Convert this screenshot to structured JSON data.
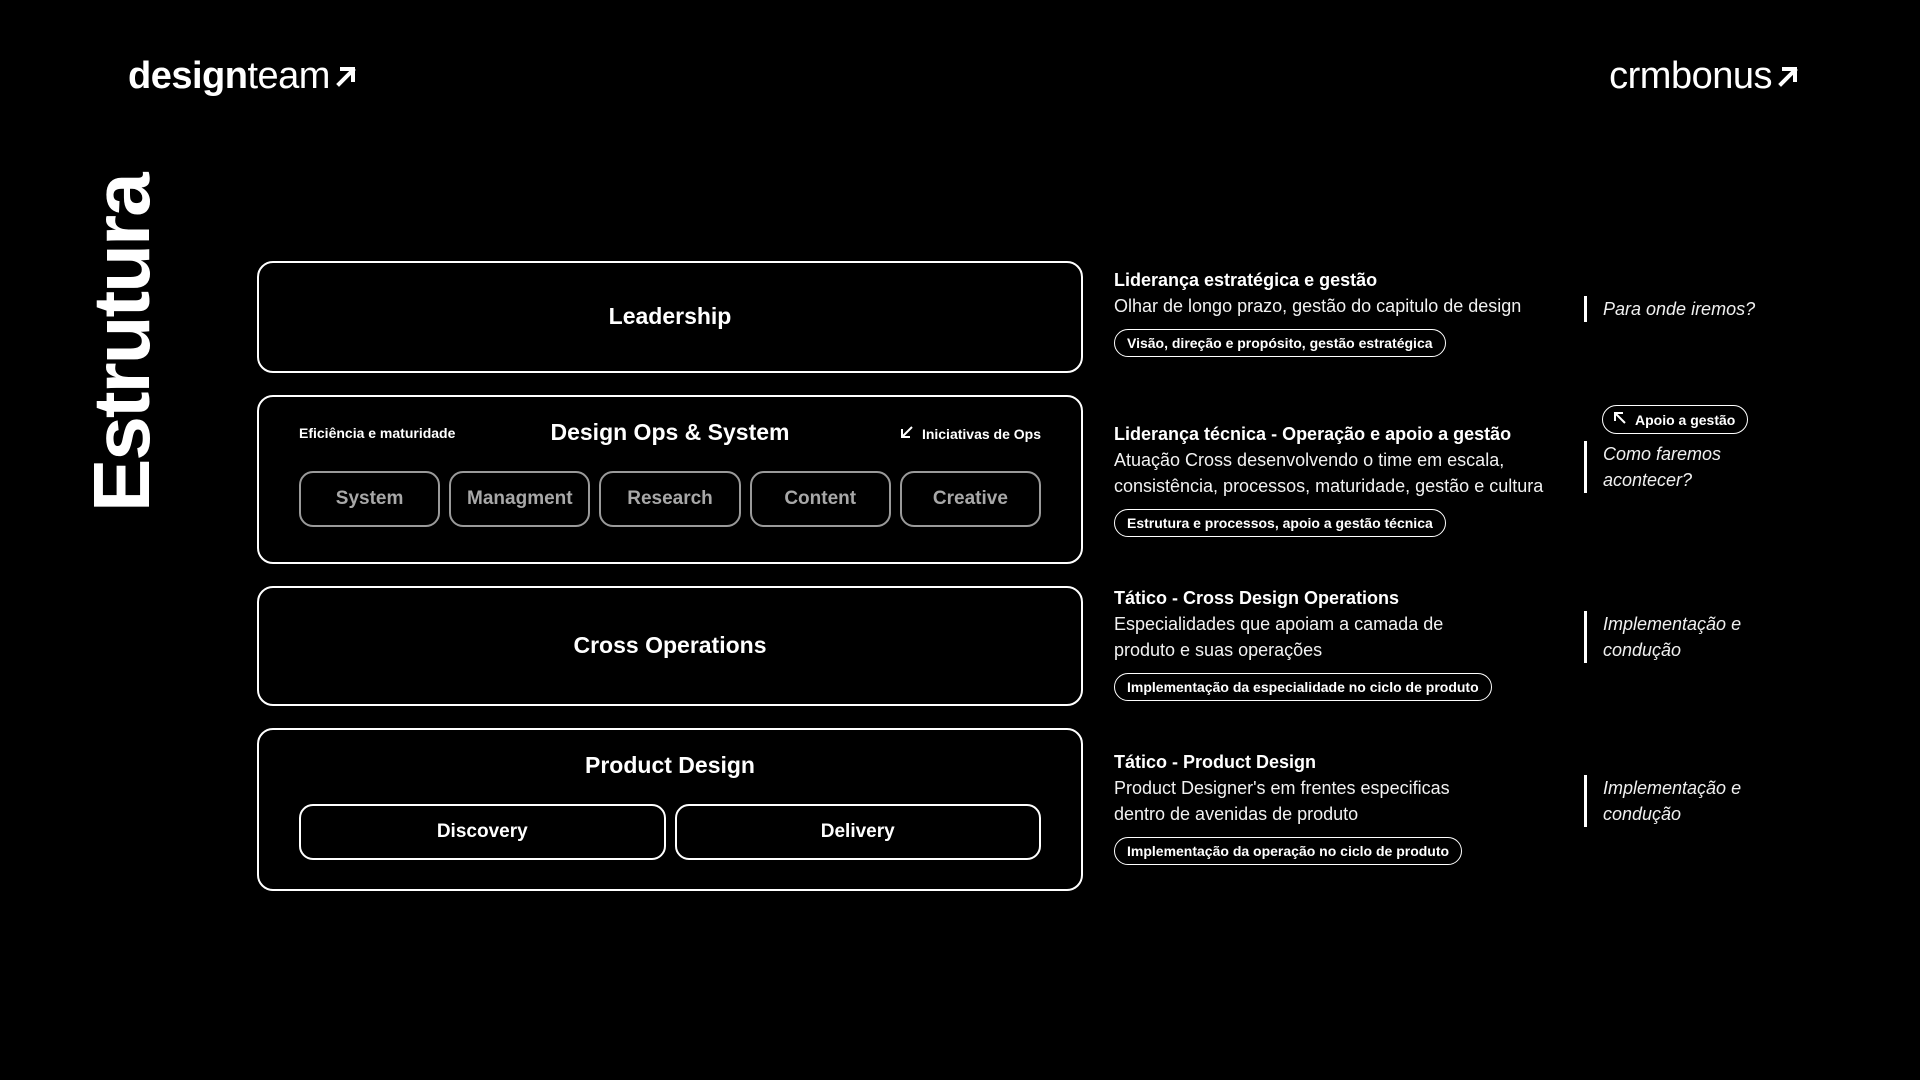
{
  "header": {
    "left_logo_strong": "design",
    "left_logo_light": "team",
    "right_logo": "crmbonus"
  },
  "side_title": "Estrutura",
  "layers": {
    "leadership": {
      "title": "Leadership"
    },
    "ops": {
      "title": "Design Ops & System",
      "left_note": "Eficiência e maturidade",
      "right_note": "Iniciativas de Ops",
      "chips": [
        "System",
        "Managment",
        "Research",
        "Content",
        "Creative"
      ]
    },
    "cross": {
      "title": "Cross Operations"
    },
    "product": {
      "title": "Product Design",
      "chips": [
        "Discovery",
        "Delivery"
      ]
    }
  },
  "descriptions": [
    {
      "title": "Liderança estratégica e gestão",
      "lines": [
        "Olhar de longo prazo, gestão do capitulo de design"
      ],
      "pill": "Visão, direção e propósito, gestão estratégica"
    },
    {
      "title": "Liderança técnica - Operação e apoio a gestão",
      "lines": [
        "Atuação Cross desenvolvendo o time em escala,",
        "consistência, processos, maturidade, gestão e cultura"
      ],
      "pill": "Estrutura e processos, apoio a gestão técnica"
    },
    {
      "title": "Tático - Cross Design Operations",
      "lines": [
        "Especialidades que apoiam a camada de",
        "produto e suas operações"
      ],
      "pill": "Implementação da especialidade no ciclo de produto"
    },
    {
      "title": "Tático - Product Design",
      "lines": [
        "Product Designer's em frentes especificas",
        "dentro de avenidas de produto"
      ],
      "pill": "Implementação da operação no ciclo de produto"
    }
  ],
  "apoio_pill": "Apoio a gestão",
  "questions": [
    [
      "Para onde iremos?"
    ],
    [
      "Como faremos",
      "acontecer?"
    ],
    [
      "Implementação e",
      "condução"
    ],
    [
      "Implementação e",
      "condução"
    ]
  ]
}
